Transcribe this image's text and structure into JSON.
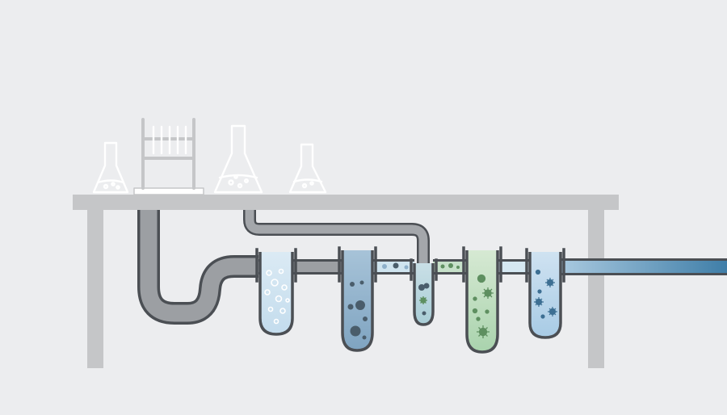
{
  "scene": {
    "elements": [
      "lab-bench",
      "glassware",
      "drain-pipe",
      "filtration-tubes",
      "outflow-pipe"
    ]
  },
  "colors": {
    "background": "#ecedef",
    "bench": "#c5c6c8",
    "glassware": "#ffffff",
    "pipe_outline": "#4b4f54",
    "pipe_fill": "#9c9fa3",
    "clear_water": "#cfe4f1",
    "dirty_water": "#8eb0ca",
    "green_water": "#c6e0c9",
    "particles": "#4a5d6b",
    "microbes_green": "#5e8f60",
    "microbes_blue": "#3d6f93",
    "outflow_water": "#4f8fb8"
  },
  "icons": [
    "flask-icon",
    "test-tube-rack-icon",
    "bubble-icon",
    "particle-icon",
    "microbe-icon"
  ],
  "stages": [
    {
      "id": "tube-1",
      "contents": "clear-water-with-bubbles"
    },
    {
      "id": "tube-2",
      "contents": "water-with-large-particles"
    },
    {
      "id": "tube-3",
      "contents": "water-with-particles-and-microbes"
    },
    {
      "id": "tube-4",
      "contents": "green-water-with-microbes"
    },
    {
      "id": "tube-5",
      "contents": "blue-water-with-microbes"
    }
  ]
}
